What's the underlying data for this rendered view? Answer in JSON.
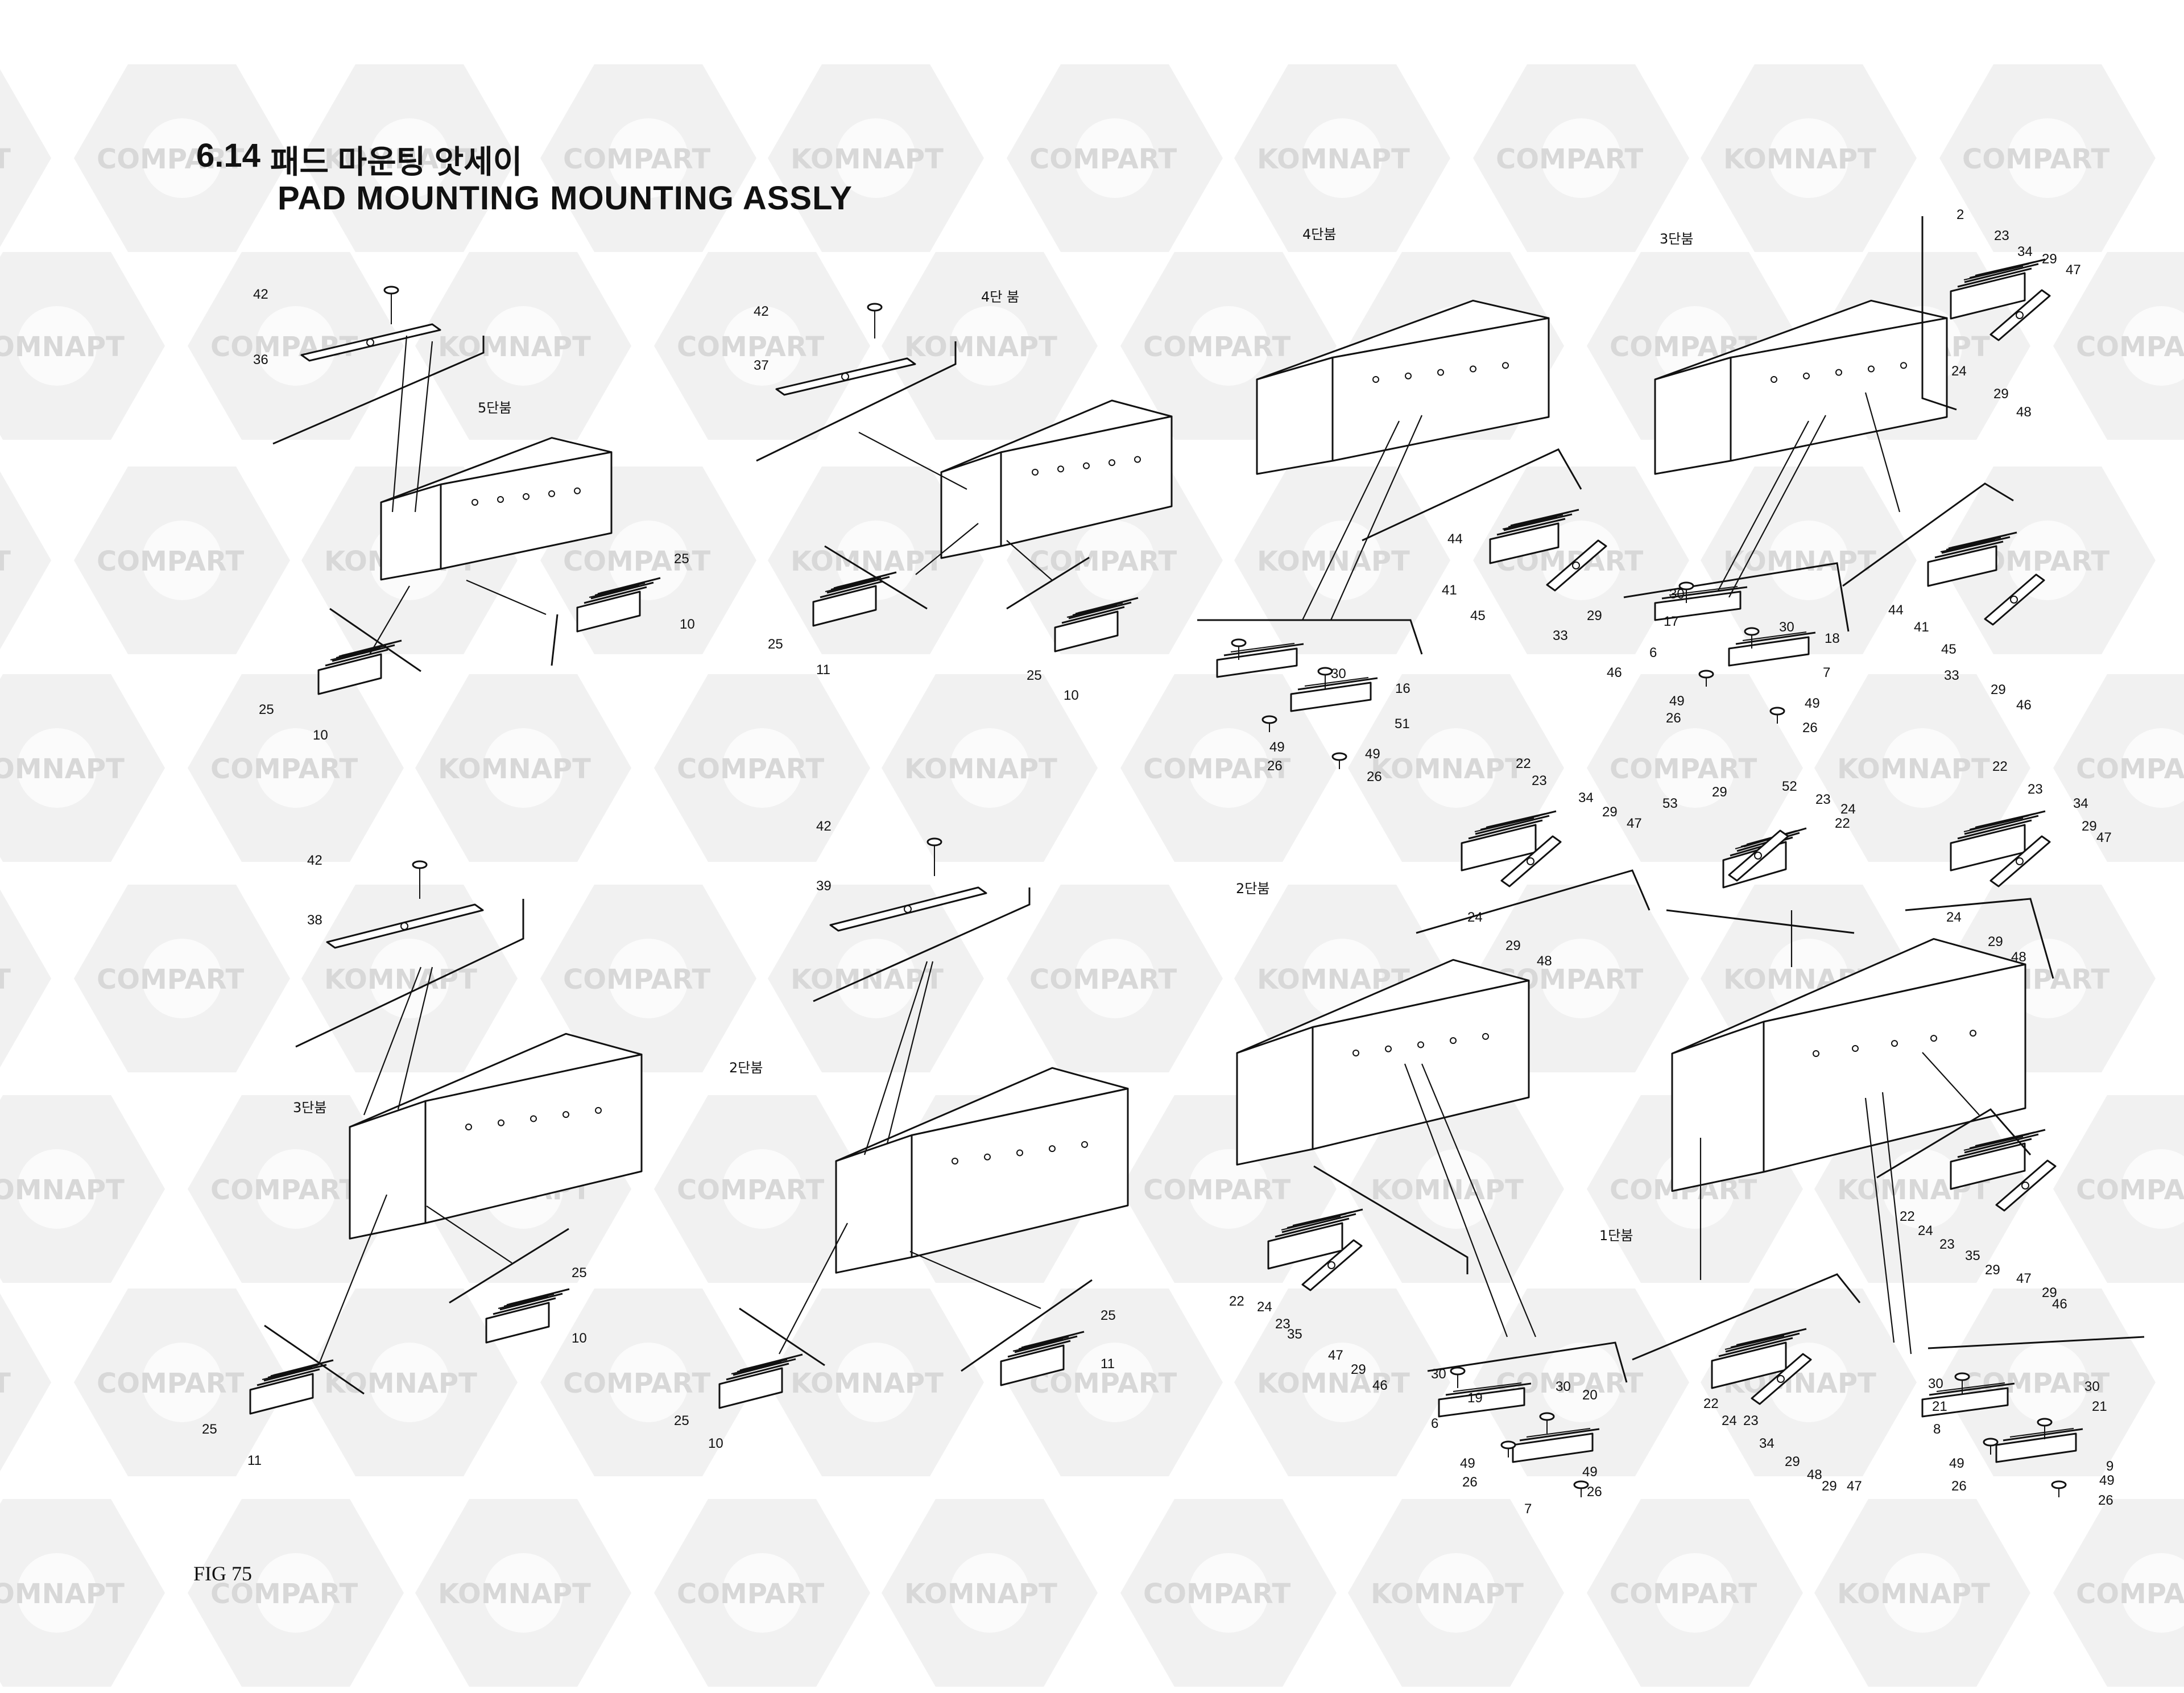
{
  "header": {
    "section_number": "6.14",
    "title_korean": "패드 마운팅 앗세이",
    "title_english": "PAD MOUNTING MOUNTING ASSLY"
  },
  "watermark": {
    "text_a": "KOMNAPT",
    "text_b": "COMPART",
    "color": "#e6e6e6"
  },
  "figure_label": "FIG 75",
  "views": [
    {
      "section": "5단붐",
      "callouts": [
        "42",
        "36",
        "25",
        "10",
        "25",
        "10"
      ]
    },
    {
      "section": "4단 붐",
      "callouts": [
        "42",
        "37",
        "25",
        "11",
        "25",
        "10"
      ]
    },
    {
      "section": "3단붐",
      "callouts": [
        "42",
        "38",
        "25",
        "10",
        "25",
        "11"
      ]
    },
    {
      "section": "2단붐",
      "callouts": [
        "42",
        "39",
        "25",
        "11",
        "25",
        "10"
      ]
    },
    {
      "section": "4단붐",
      "callouts": [
        "44",
        "41",
        "45",
        "33",
        "29",
        "46",
        "30",
        "16",
        "51",
        "49",
        "26",
        "49",
        "26"
      ]
    },
    {
      "section": "3단붐",
      "callouts": [
        "2",
        "23",
        "34",
        "29",
        "47",
        "24",
        "29",
        "48",
        "44",
        "41",
        "45",
        "33",
        "29",
        "46",
        "30",
        "17",
        "6",
        "30",
        "18",
        "7",
        "49",
        "26",
        "49",
        "26"
      ]
    },
    {
      "section": "2단붐",
      "callouts": [
        "22",
        "23",
        "34",
        "29",
        "47",
        "24",
        "29",
        "48",
        "53",
        "29",
        "52",
        "23",
        "24",
        "22",
        "22",
        "24",
        "23",
        "35",
        "47",
        "29",
        "46",
        "30",
        "19",
        "6",
        "30",
        "20",
        "49",
        "26",
        "7",
        "49",
        "26"
      ]
    },
    {
      "section": "1단붐",
      "callouts": [
        "22",
        "23",
        "34",
        "29",
        "47",
        "24",
        "29",
        "48",
        "22",
        "24",
        "23",
        "35",
        "29",
        "47",
        "29",
        "46",
        "22",
        "24",
        "23",
        "34",
        "29",
        "48",
        "29",
        "47",
        "30",
        "21",
        "8",
        "30",
        "21",
        "49",
        "26",
        "9",
        "49",
        "26"
      ]
    }
  ]
}
